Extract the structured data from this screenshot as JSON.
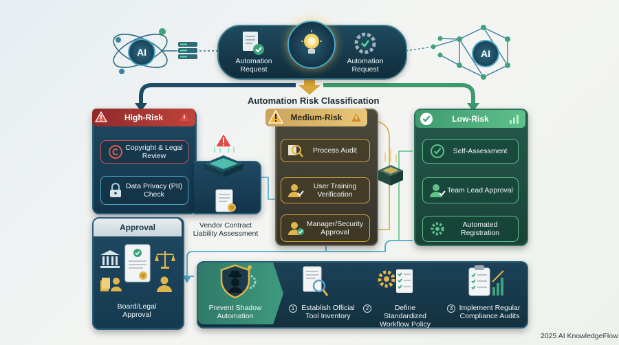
{
  "top": {
    "request_left": "Automation Request",
    "request_right": "Automation Request",
    "ai_left": "AI",
    "ai_right": "AI"
  },
  "classification_title": "Automation Risk Classification",
  "high_risk": {
    "header": "High-Risk",
    "items": [
      "Copyright & Legal Review",
      "Data Privacy (PII) Check"
    ],
    "vendor": "Vendor Contract Liability Assessment"
  },
  "medium_risk": {
    "header": "Medium-Risk",
    "items": [
      "Process Audit",
      "User Training Verification",
      "Manager/Security Approval"
    ]
  },
  "low_risk": {
    "header": "Low-Risk",
    "items": [
      "Self-Assessment",
      "Team Lead Approval",
      "Automated Registration"
    ]
  },
  "approval": {
    "header": "Approval",
    "board": "Board/Legal Approval"
  },
  "bottom": {
    "prevent": "Prevent Shadow Automation",
    "steps": [
      {
        "num": "1",
        "text": "Establish Official Tool Inventory"
      },
      {
        "num": "2",
        "text": "Define Standardized Workflow Policy"
      },
      {
        "num": "3",
        "text": "Implement Regular Compliance Audits"
      }
    ]
  },
  "footer": "2025 AI KnowledgeFlow",
  "colors": {
    "high": "#d2524a",
    "medium": "#d9a63a",
    "low": "#5fc08a",
    "accent": "#4aa9c8"
  }
}
